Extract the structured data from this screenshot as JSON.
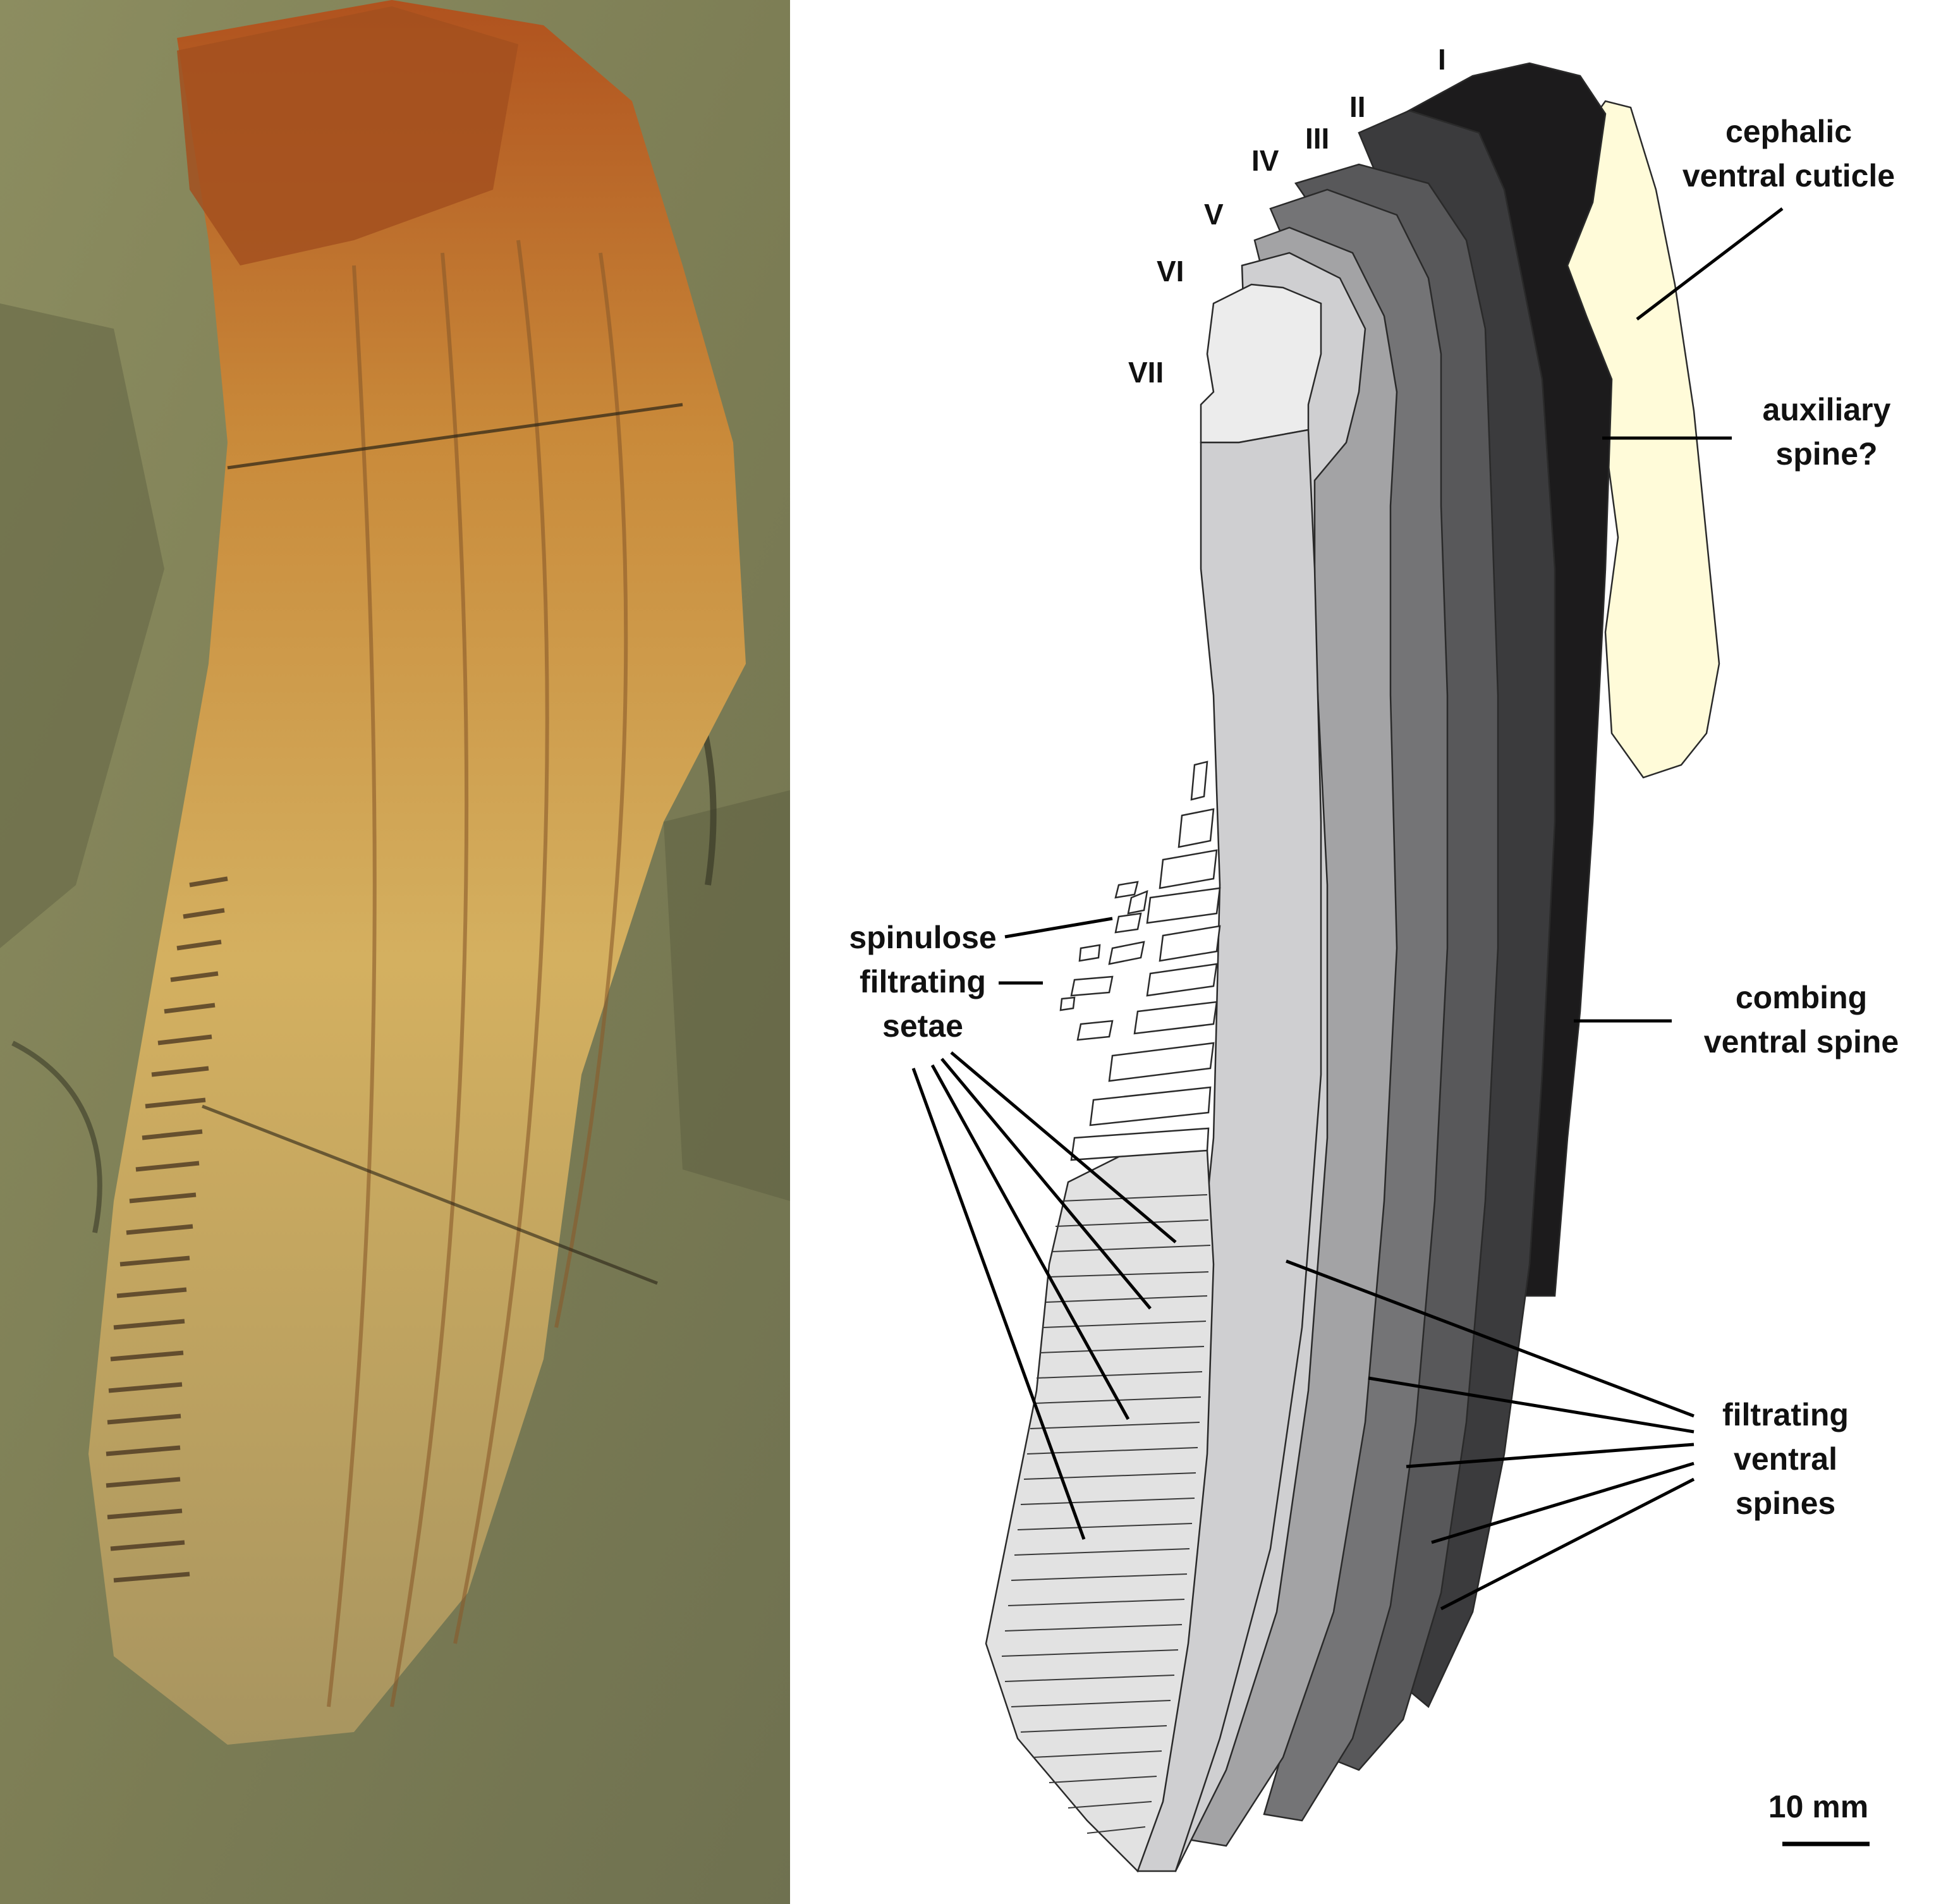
{
  "figure": {
    "colors": {
      "background": "#ffffff",
      "rock_matrix": "#7d7e55",
      "fossil_ochre": "#c98a3a",
      "fossil_rust": "#a3501f",
      "spine_I": "#1c1b1c",
      "spine_II": "#3b3b3d",
      "spine_III": "#58585a",
      "spine_IV": "#747476",
      "spine_V": "#a3a3a5",
      "spine_VI": "#cfcfd1",
      "spine_VII": "#ececec",
      "cephalic_cuticle": "#fffbd9",
      "outline": "#2a2a2a"
    },
    "spine_numerals": [
      "I",
      "II",
      "III",
      "IV",
      "V",
      "VI",
      "VII"
    ],
    "labels": {
      "cephalic": [
        "cephalic",
        "ventral cuticle"
      ],
      "auxiliary": [
        "auxiliary",
        "spine?"
      ],
      "combing": [
        "combing",
        "ventral spine"
      ],
      "filtrating_spines": [
        "filtrating",
        "ventral",
        "spines"
      ],
      "setae": [
        "spinulose",
        "filtrating",
        "setae"
      ]
    },
    "scale_bar": {
      "label": "10 mm"
    }
  }
}
